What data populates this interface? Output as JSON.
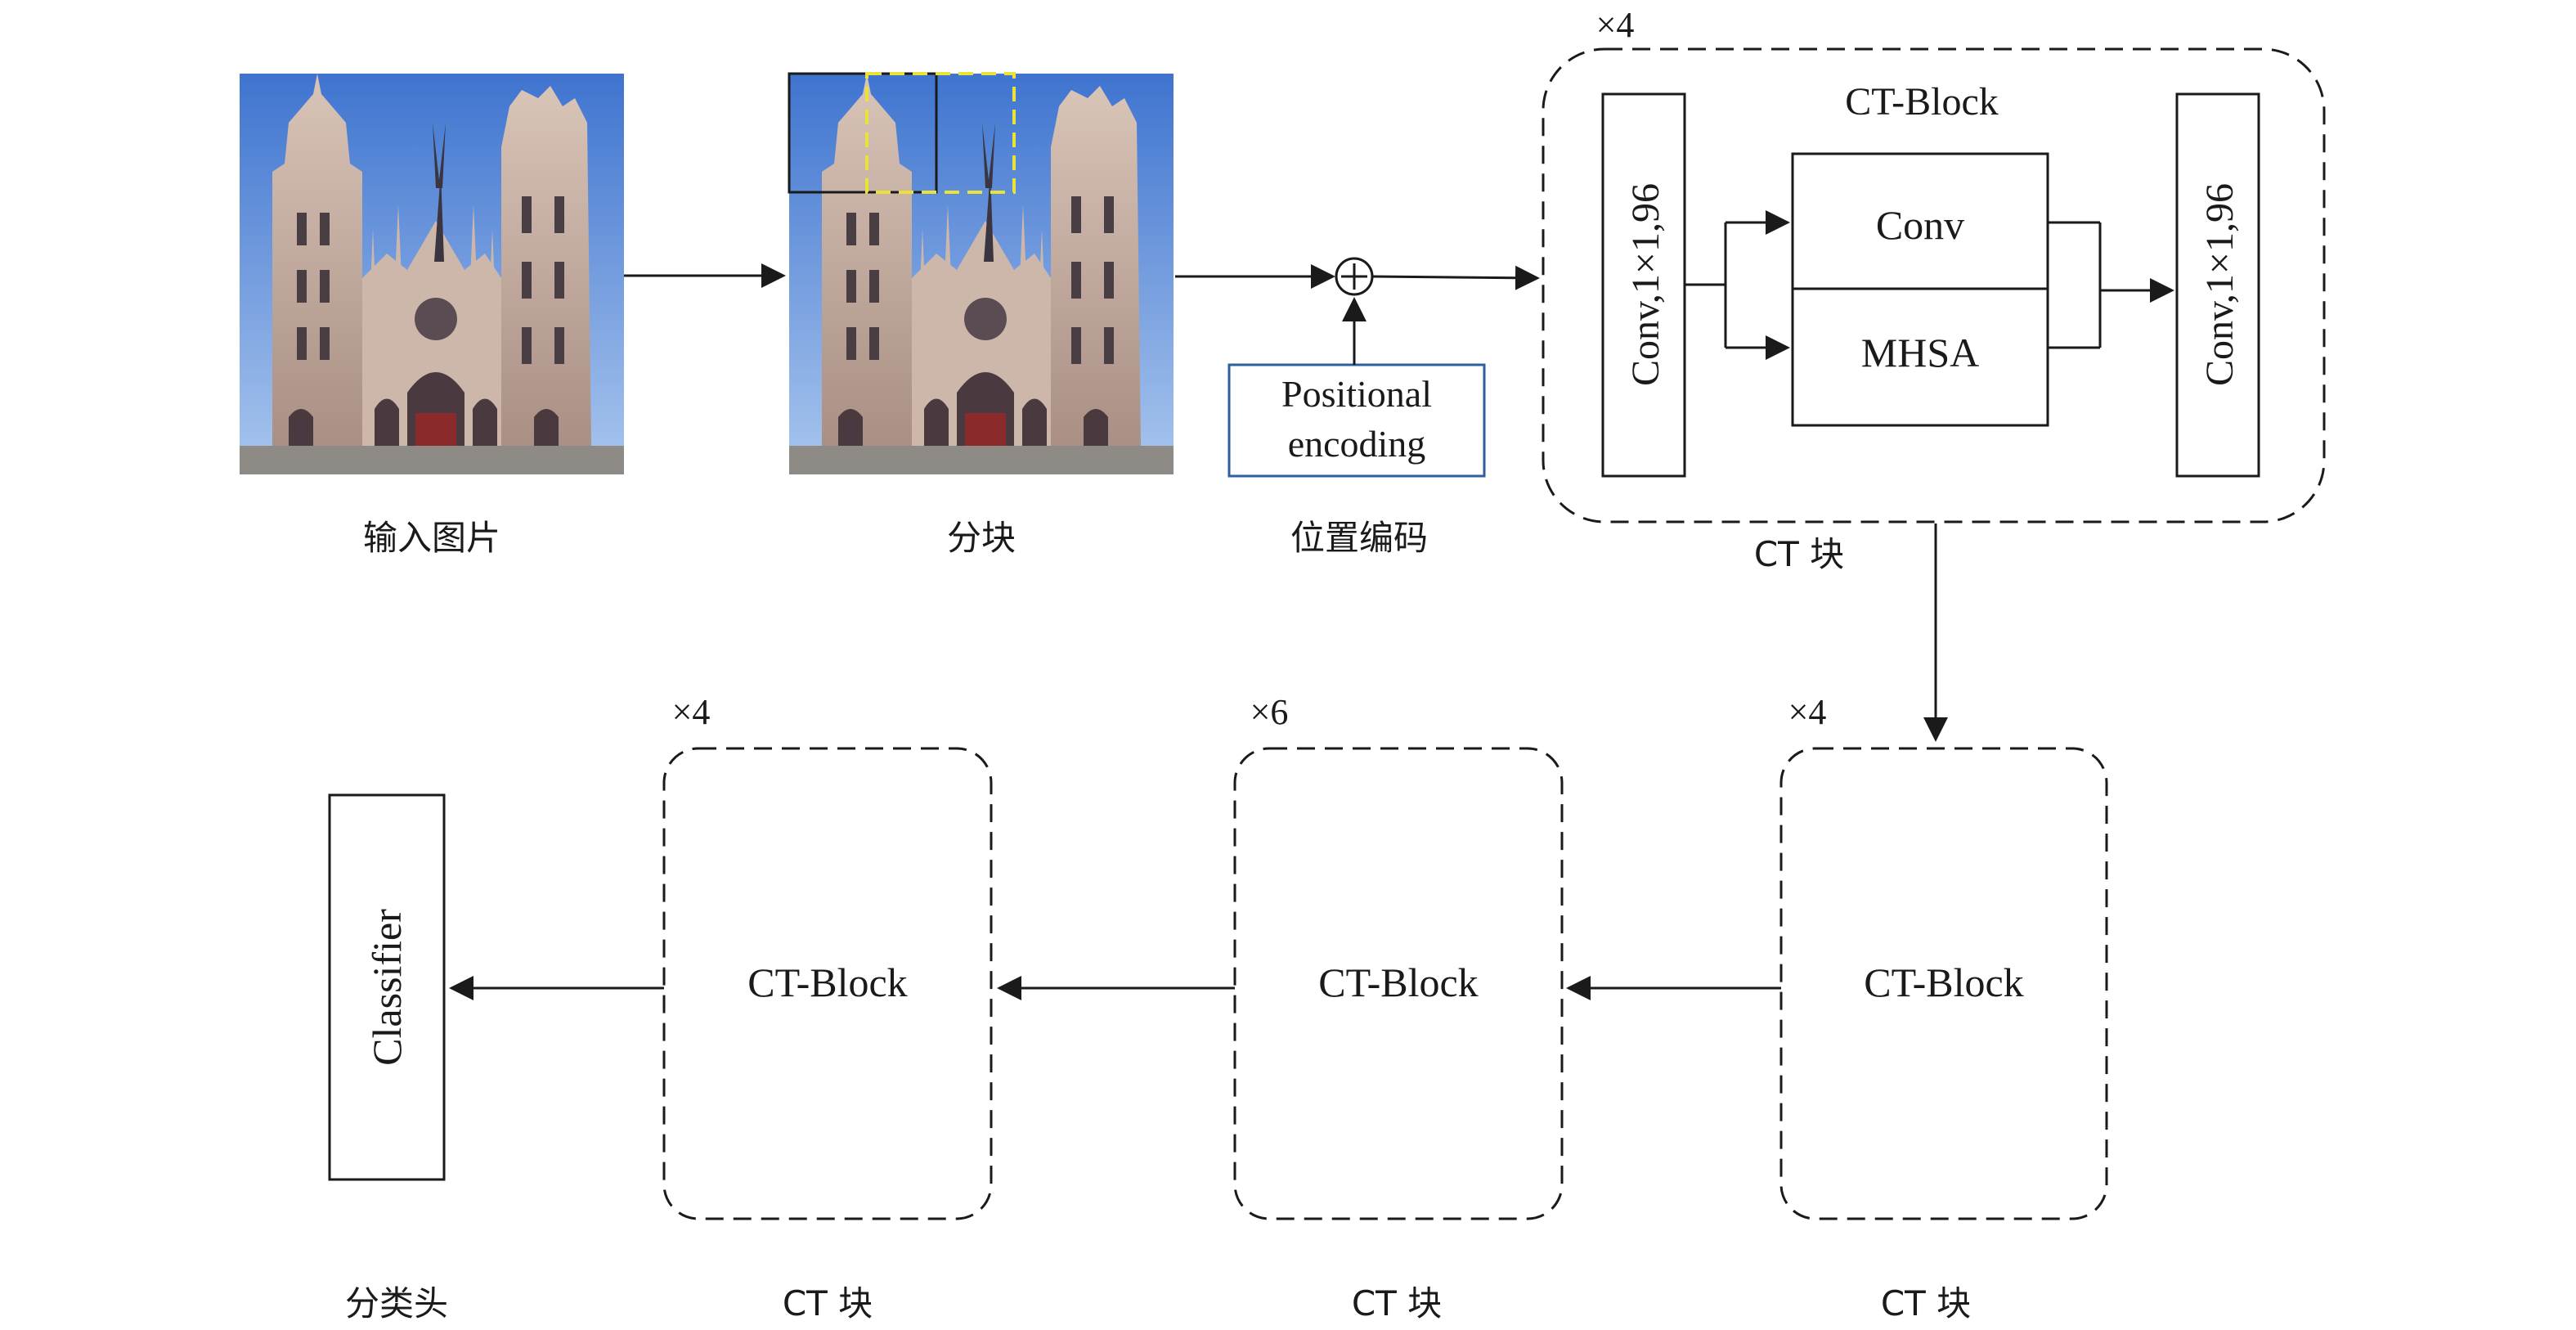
{
  "input_image": {
    "caption": "输入图片"
  },
  "patches": {
    "caption": "分块"
  },
  "positional": {
    "box_label_line1": "Positional",
    "box_label_line2": "encoding",
    "caption": "位置编码"
  },
  "ct_main": {
    "repeat": "×4",
    "title": "CT-Block",
    "left_conv": "Conv,1×1,96",
    "right_conv": "Conv,1×1,96",
    "conv": "Conv",
    "mhsa": "MHSA",
    "caption": "CT 块"
  },
  "stage2": {
    "repeat": "×4",
    "label": "CT-Block",
    "caption": "CT 块"
  },
  "stage3": {
    "repeat": "×6",
    "label": "CT-Block",
    "caption": "CT 块"
  },
  "stage4": {
    "repeat": "×4",
    "label": "CT-Block",
    "caption": "CT 块"
  },
  "classifier": {
    "label": "Classifier",
    "caption": "分类头"
  },
  "colors": {
    "line": "#1a1a1a",
    "pos_box": "#2f5f9e",
    "patch_dashed": "#e8e23a",
    "sky_top": "#4a7fd6",
    "sky_bottom": "#9fbfe9",
    "stone": "#c9b2a6"
  }
}
